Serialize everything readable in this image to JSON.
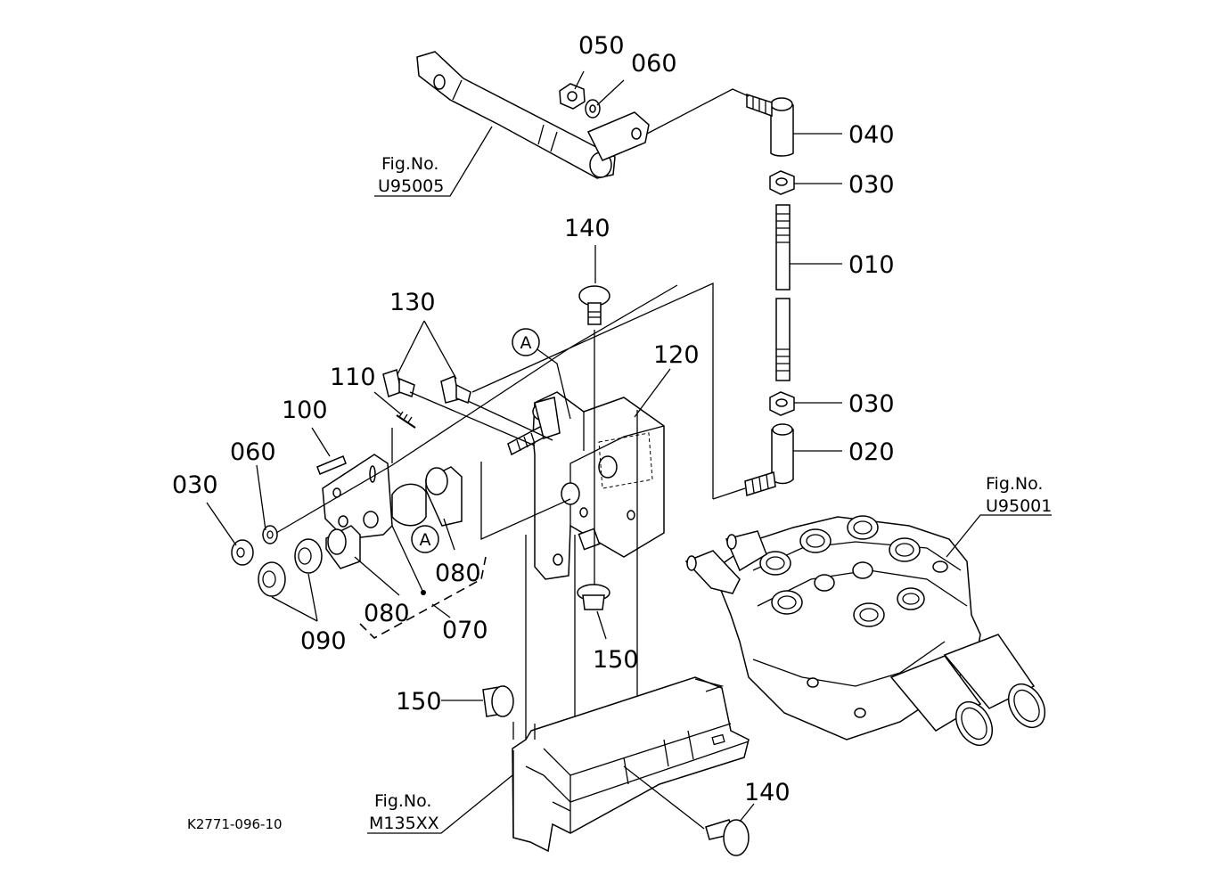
{
  "parts": [
    {
      "id": "p010",
      "number": "010"
    },
    {
      "id": "p020",
      "number": "020"
    },
    {
      "id": "p030a",
      "number": "030"
    },
    {
      "id": "p030b",
      "number": "030"
    },
    {
      "id": "p030c",
      "number": "030"
    },
    {
      "id": "p040",
      "number": "040"
    },
    {
      "id": "p050",
      "number": "050"
    },
    {
      "id": "p060a",
      "number": "060"
    },
    {
      "id": "p060b",
      "number": "060"
    },
    {
      "id": "p070",
      "number": "070"
    },
    {
      "id": "p080a",
      "number": "080"
    },
    {
      "id": "p080b",
      "number": "080"
    },
    {
      "id": "p090",
      "number": "090"
    },
    {
      "id": "p100",
      "number": "100"
    },
    {
      "id": "p110",
      "number": "110"
    },
    {
      "id": "p120",
      "number": "120"
    },
    {
      "id": "p130",
      "number": "130"
    },
    {
      "id": "p140a",
      "number": "140"
    },
    {
      "id": "p140b",
      "number": "140"
    },
    {
      "id": "p150a",
      "number": "150"
    },
    {
      "id": "p150b",
      "number": "150"
    }
  ],
  "references": [
    {
      "id": "fig-u95005",
      "line1": "Fig.No.",
      "line2": "U95005"
    },
    {
      "id": "fig-u95001",
      "line1": "Fig.No.",
      "line2": "U95001"
    },
    {
      "id": "fig-m135xx",
      "line1": "Fig.No.",
      "line2": "M135XX"
    }
  ],
  "markers": [
    {
      "id": "marker-a-top",
      "letter": "A"
    },
    {
      "id": "marker-a-bottom",
      "letter": "A"
    }
  ],
  "drawing_code": "K2771-096-10"
}
